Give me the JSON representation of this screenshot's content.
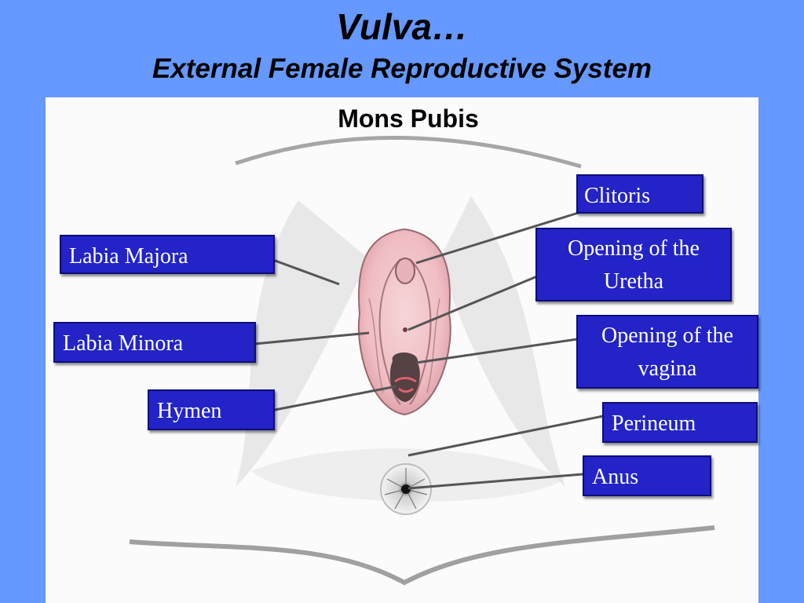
{
  "slide": {
    "title": "Vulva…",
    "subtitle": "External Female Reproductive System",
    "diagram_heading": "Mons Pubis"
  },
  "labels": {
    "clitoris": "Clitoris",
    "labia_majora": "Labia Majora",
    "urethra_line1": "Opening of the",
    "urethra_line2": "Uretha",
    "labia_minora": "Labia Minora",
    "vagina_line1": "Opening of the",
    "vagina_line2": "vagina",
    "hymen": "Hymen",
    "perineum": "Perineum",
    "anus": "Anus"
  },
  "colors": {
    "background": "#6699ff",
    "label_fill": "#2323c8",
    "label_text": "#ffffff",
    "tissue": "#f2c8cc",
    "hymen": "#e06070"
  }
}
